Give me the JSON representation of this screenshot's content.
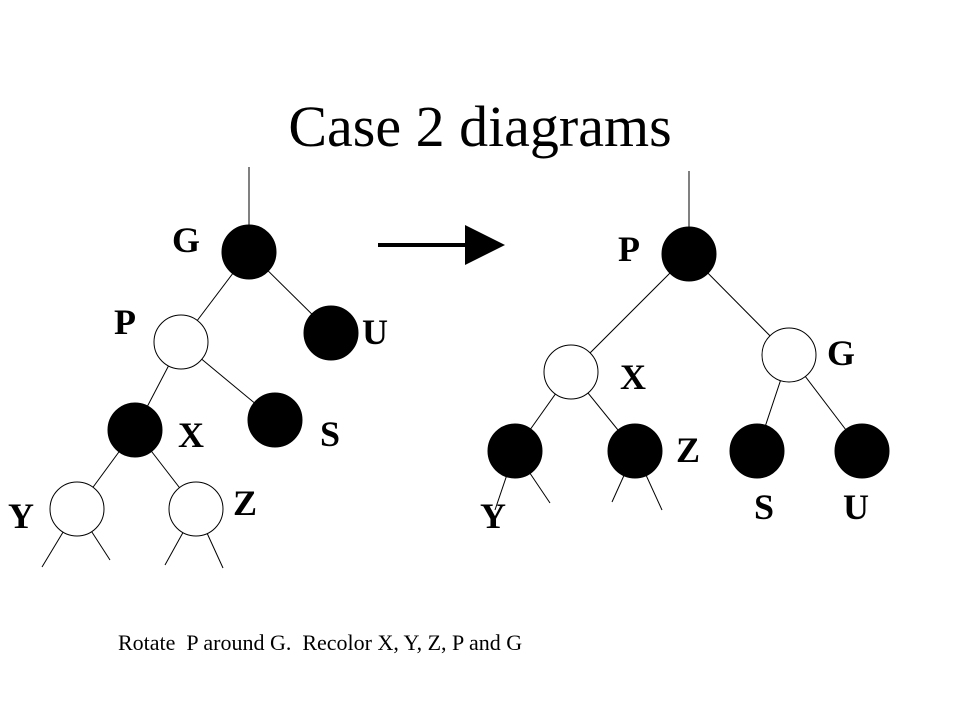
{
  "title": "Case 2 diagrams",
  "caption": "Rotate  P around G.  Recolor X, Y, Z, P and G",
  "colors": {
    "black_node": "#000000",
    "red_node_fill": "#ffffff",
    "edge": "#000000"
  },
  "before_tree": {
    "labels": {
      "G": "G",
      "P": "P",
      "U": "U",
      "X": "X",
      "S": "S",
      "Y": "Y",
      "Z": "Z"
    },
    "node_colors": {
      "G": "black",
      "P": "white",
      "U": "black",
      "X": "black",
      "S": "black",
      "Y": "white",
      "Z": "white"
    }
  },
  "after_tree": {
    "labels": {
      "P": "P",
      "X": "X",
      "G": "G",
      "Y": "Y",
      "Z": "Z",
      "S": "S",
      "U": "U"
    },
    "node_colors": {
      "P": "black",
      "X": "white",
      "G": "white",
      "Y": "black",
      "Z": "black",
      "S": "black",
      "U": "black"
    }
  },
  "transition_arrow": "right-arrow"
}
